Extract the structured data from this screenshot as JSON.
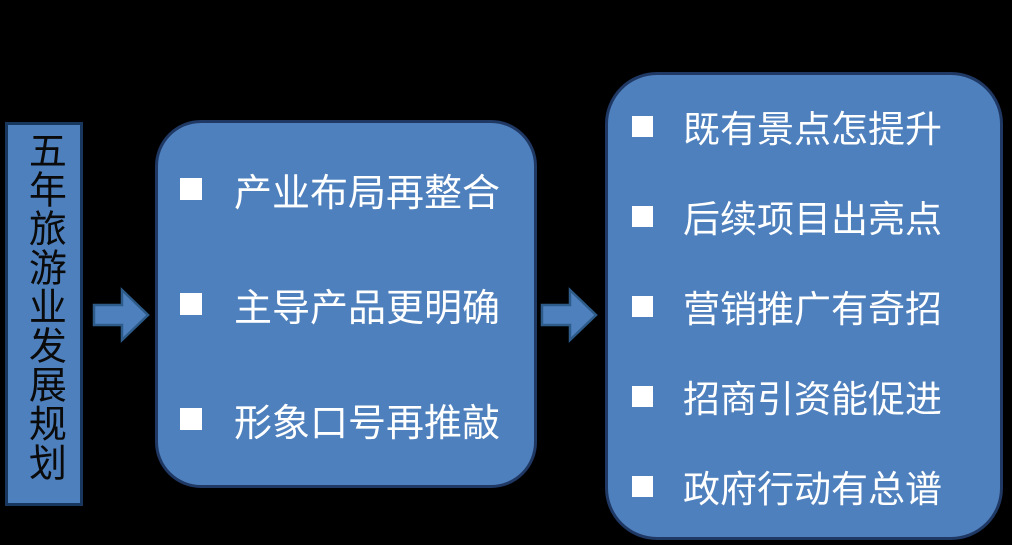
{
  "diagram": {
    "type": "process-flow",
    "background_color": "#000000",
    "box_fill_color": "#4E80BD",
    "box_border_color": "#1F3864",
    "bullet_color": "#FFFFFF",
    "title_text_color": "#0A0A0A",
    "body_text_color": "#FFFFFF",
    "title_box": {
      "label": "五年旅游业发展规划",
      "orientation": "vertical"
    },
    "arrows": [
      {
        "name": "arrow-1",
        "direction": "right"
      },
      {
        "name": "arrow-2",
        "direction": "right"
      }
    ],
    "middle_box": {
      "bullets": [
        {
          "marker": "square-bullet",
          "label": "产业布局再整合"
        },
        {
          "marker": "square-bullet",
          "label": "主导产品更明确"
        },
        {
          "marker": "square-bullet",
          "label": "形象口号再推敲"
        }
      ]
    },
    "right_box": {
      "bullets": [
        {
          "marker": "square-bullet",
          "label": "既有景点怎提升"
        },
        {
          "marker": "square-bullet",
          "label": "后续项目出亮点"
        },
        {
          "marker": "square-bullet",
          "label": "营销推广有奇招"
        },
        {
          "marker": "square-bullet",
          "label": "招商引资能促进"
        },
        {
          "marker": "square-bullet",
          "label": "政府行动有总谱"
        }
      ]
    }
  }
}
